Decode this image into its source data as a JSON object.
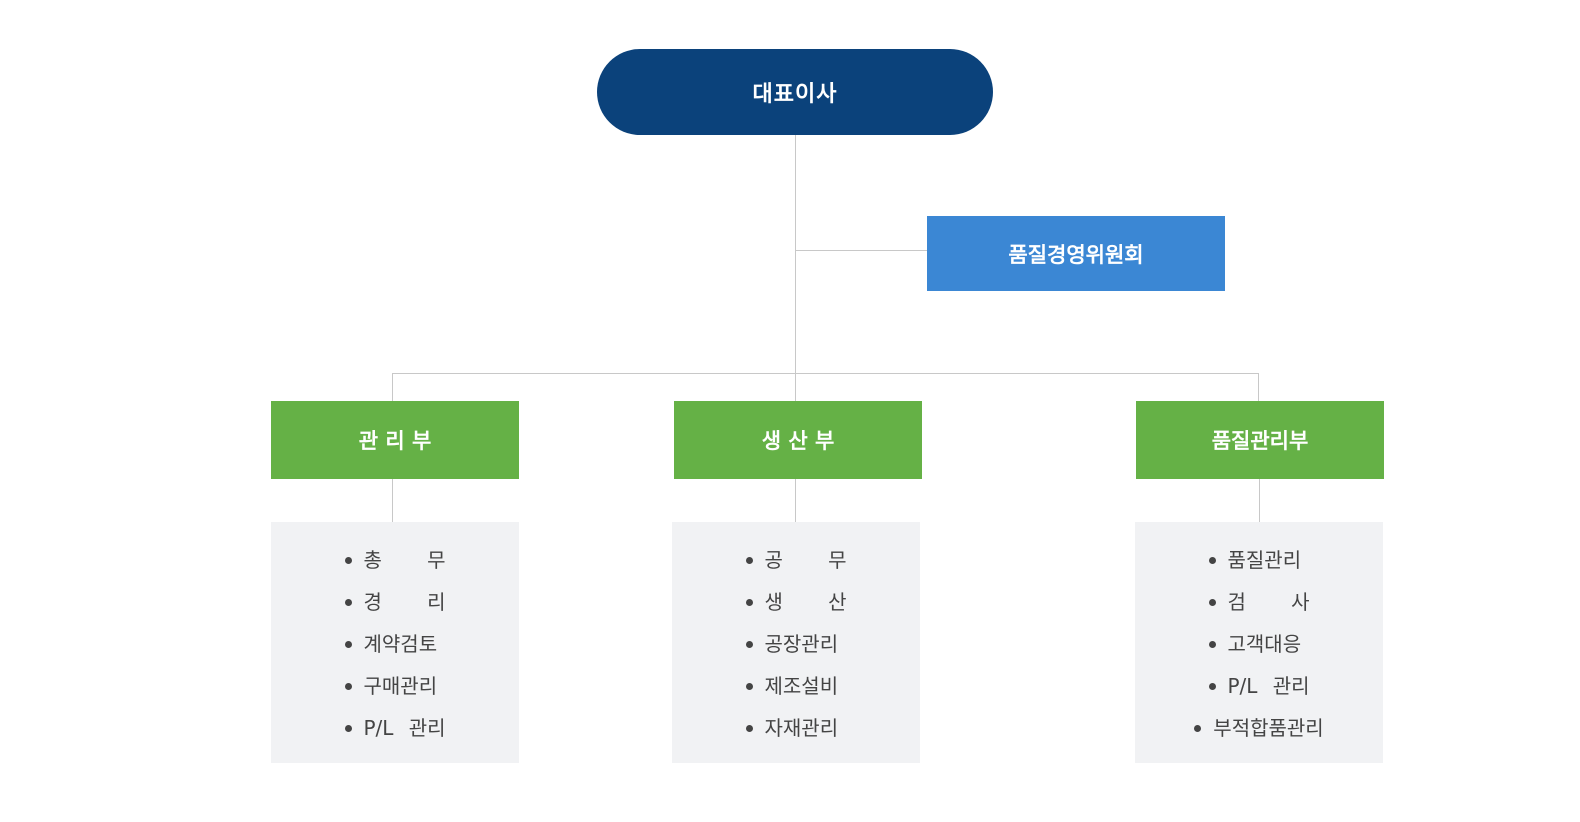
{
  "ceo": {
    "label": "대표이사"
  },
  "committee": {
    "label": "품질경영위원회"
  },
  "departments": [
    {
      "label": "관 리 부",
      "duties": [
        "총 무",
        "경 리",
        "계약검토",
        "구매관리",
        "P/L 관리"
      ]
    },
    {
      "label": "생 산 부",
      "duties": [
        "공 무",
        "생 산",
        "공장관리",
        "제조설비",
        "자재관리"
      ]
    },
    {
      "label": "품질관리부",
      "duties": [
        "품질관리",
        "검 사",
        "고객대응",
        "P/L 관리",
        "부적합품관리"
      ]
    }
  ],
  "colors": {
    "ceo": "#0b427b",
    "committee": "#3b87d4",
    "department": "#65b146",
    "duty_background": "#f1f2f4",
    "connector": "#c8c8c8"
  }
}
